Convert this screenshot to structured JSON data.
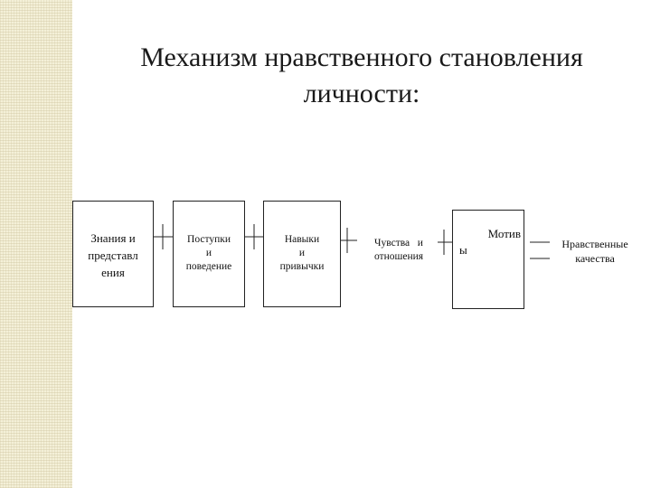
{
  "title": {
    "line1": "Механизм нравственного становления",
    "line2": "личности:"
  },
  "diagram": {
    "nodes": [
      {
        "id": "knowledge",
        "lines": [
          "Знания и",
          "представл",
          "ения"
        ]
      },
      {
        "id": "actions",
        "lines": [
          "Поступки",
          "и",
          "поведение"
        ]
      },
      {
        "id": "skills",
        "lines": [
          "Навыки",
          "и",
          "привычки"
        ]
      },
      {
        "id": "feelings",
        "lines": [
          "Чувства   и",
          "отношения"
        ]
      },
      {
        "id": "motives",
        "lines": [
          "Мотив",
          "ы"
        ]
      },
      {
        "id": "qualities",
        "lines": [
          "Нравственные",
          "качества"
        ]
      }
    ]
  },
  "colors": {
    "stripe": "#f4f0d8",
    "line": "#222222",
    "text": "#111111"
  }
}
